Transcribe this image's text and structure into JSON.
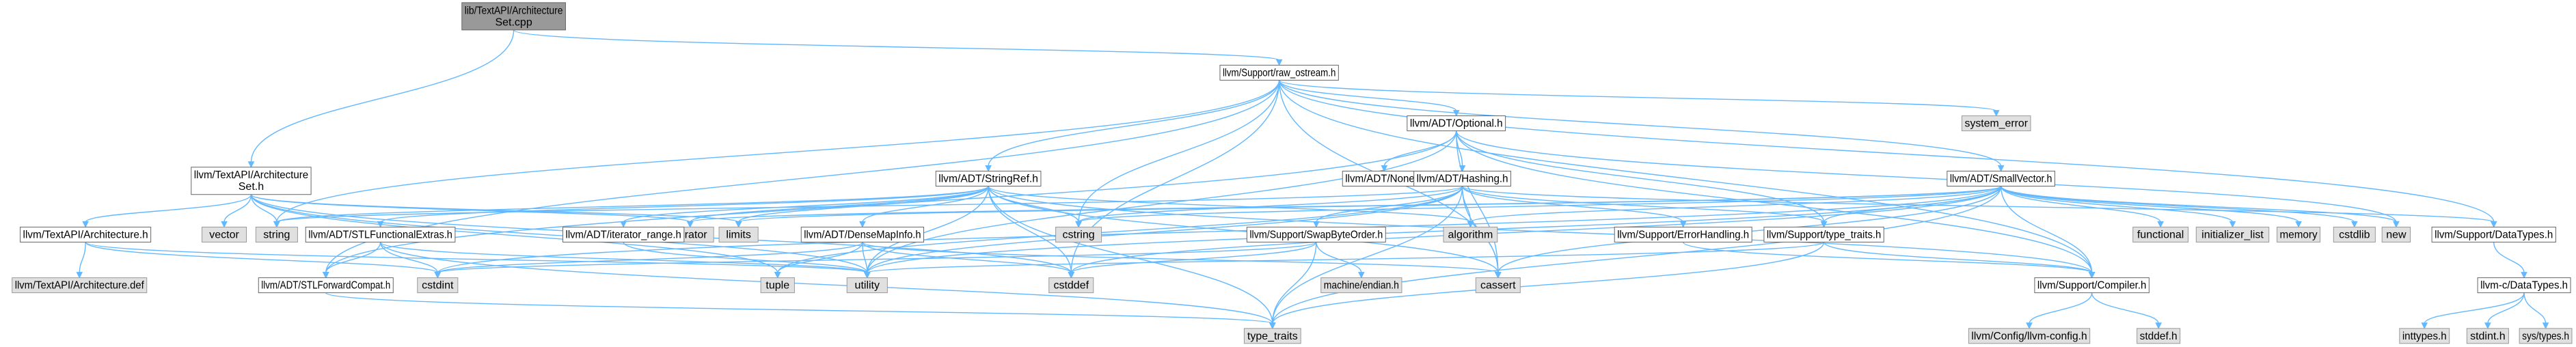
{
  "colors": {
    "edge": "#63b8ff",
    "root_fill": "#999999",
    "system_fill": "#e0e0e0",
    "doc_fill": "#ffffff",
    "border": "#666666"
  },
  "nodes": {
    "root": {
      "lines": [
        "lib/TextAPI/Architecture",
        "Set.cpp"
      ]
    },
    "raw_ostream": {
      "lines": [
        "llvm/Support/raw_ostream.h"
      ]
    },
    "optional": {
      "lines": [
        "llvm/ADT/Optional.h"
      ]
    },
    "system_error": {
      "lines": [
        "system_error"
      ]
    },
    "archset_h": {
      "lines": [
        "llvm/TextAPI/Architecture",
        "Set.h"
      ]
    },
    "none": {
      "lines": [
        "llvm/ADT/None.h"
      ]
    },
    "hashing": {
      "lines": [
        "llvm/ADT/Hashing.h"
      ]
    },
    "stringref": {
      "lines": [
        "llvm/ADT/StringRef.h"
      ]
    },
    "smallvector": {
      "lines": [
        "llvm/ADT/SmallVector.h"
      ]
    },
    "arch_h": {
      "lines": [
        "llvm/TextAPI/Architecture.h"
      ]
    },
    "vector": {
      "lines": [
        "vector"
      ]
    },
    "string": {
      "lines": [
        "string"
      ]
    },
    "stlfunc": {
      "lines": [
        "llvm/ADT/STLFunctionalExtras.h"
      ]
    },
    "iterator": {
      "lines": [
        "iterator"
      ]
    },
    "iter_range": {
      "lines": [
        "llvm/ADT/iterator_range.h"
      ]
    },
    "limits": {
      "lines": [
        "limits"
      ]
    },
    "densemapinfo": {
      "lines": [
        "llvm/ADT/DenseMapInfo.h"
      ]
    },
    "cstring": {
      "lines": [
        "cstring"
      ]
    },
    "algorithm": {
      "lines": [
        "algorithm"
      ]
    },
    "swapbyte": {
      "lines": [
        "llvm/Support/SwapByteOrder.h"
      ]
    },
    "errorhandling": {
      "lines": [
        "llvm/Support/ErrorHandling.h"
      ]
    },
    "type_traits_h": {
      "lines": [
        "llvm/Support/type_traits.h"
      ]
    },
    "functional": {
      "lines": [
        "functional"
      ]
    },
    "init_list": {
      "lines": [
        "initializer_list"
      ]
    },
    "memory": {
      "lines": [
        "memory"
      ]
    },
    "cstdlib": {
      "lines": [
        "cstdlib"
      ]
    },
    "new": {
      "lines": [
        "new"
      ]
    },
    "datatypes": {
      "lines": [
        "llvm/Support/DataTypes.h"
      ]
    },
    "arch_def": {
      "lines": [
        "llvm/TextAPI/Architecture.def"
      ]
    },
    "stlforward": {
      "lines": [
        "llvm/ADT/STLForwardCompat.h"
      ]
    },
    "cstdint": {
      "lines": [
        "cstdint"
      ]
    },
    "tuple": {
      "lines": [
        "tuple"
      ]
    },
    "utility": {
      "lines": [
        "utility"
      ]
    },
    "cstddef": {
      "lines": [
        "cstddef"
      ]
    },
    "endian": {
      "lines": [
        "machine/endian.h"
      ]
    },
    "cassert": {
      "lines": [
        "cassert"
      ]
    },
    "compiler": {
      "lines": [
        "llvm/Support/Compiler.h"
      ]
    },
    "cdatatypes": {
      "lines": [
        "llvm-c/DataTypes.h"
      ]
    },
    "type_traits": {
      "lines": [
        "type_traits"
      ]
    },
    "llvmconfig": {
      "lines": [
        "llvm/Config/llvm-config.h"
      ]
    },
    "stddef": {
      "lines": [
        "stddef.h"
      ]
    },
    "inttypes": {
      "lines": [
        "inttypes.h"
      ]
    },
    "stdint_h": {
      "lines": [
        "stdint.h"
      ]
    },
    "systypes": {
      "lines": [
        "sys/types.h"
      ]
    }
  }
}
